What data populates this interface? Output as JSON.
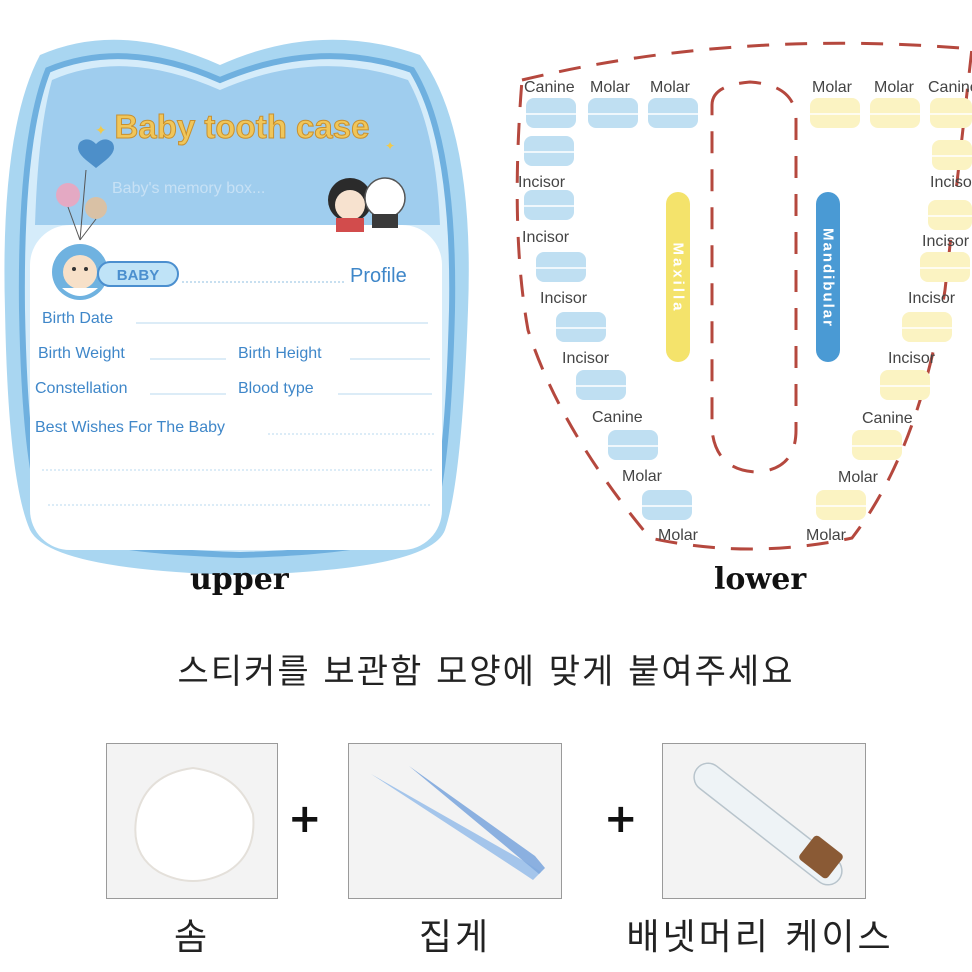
{
  "card": {
    "title": "Baby tooth case",
    "subtitle": "Baby's memory box...",
    "baby_badge": "BABY",
    "profile": "Profile",
    "fields": {
      "birth_date": "Birth Date",
      "birth_weight": "Birth Weight",
      "birth_height": "Birth Height",
      "constellation": "Constellation",
      "blood_type": "Blood type",
      "best_wishes": "Best Wishes For The Baby"
    },
    "caption": "upper"
  },
  "chart": {
    "maxilla": "Maxilla",
    "mandibular": "Mandibular",
    "caption": "lower",
    "labels": {
      "canine": "Canine",
      "molar": "Molar",
      "incisor": "Incisor"
    }
  },
  "instruction": "스티커를 보관함 모양에 맞게 붙여주세요",
  "products": {
    "cotton": "솜",
    "tweezers": "집게",
    "tube": "배넷머리 케이스"
  },
  "plus": "+",
  "colors": {
    "card_blue": "#9fd2ef",
    "card_dark_blue": "#4b8fcf",
    "tooth_blue": "#bfdff2",
    "tooth_yellow": "#fbf3c2",
    "maxilla_yellow": "#f4e36b",
    "mandibular_blue": "#4a9ad4",
    "dash_red": "#b5483e"
  }
}
